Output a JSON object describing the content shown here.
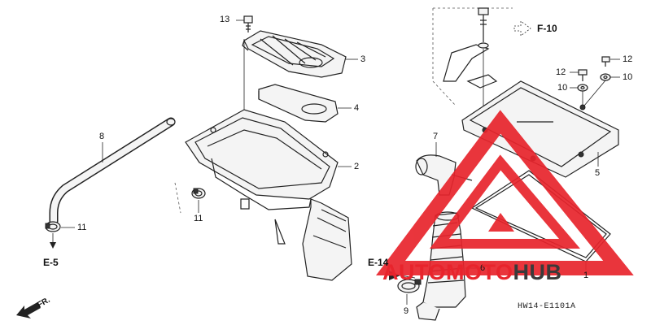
{
  "callouts": {
    "c1": "13",
    "c2": "3",
    "c3": "4",
    "c4": "2",
    "c5": "8",
    "c6": "11",
    "c7": "11",
    "c8": "7",
    "c9": "6",
    "c10": "9",
    "c11": "5",
    "c12": "12",
    "c13": "12",
    "c14": "10",
    "c15": "10",
    "c16": "1"
  },
  "refs": {
    "f10": "F-10",
    "e5": "E-5",
    "e14": "E-14",
    "fr": "FR."
  },
  "diagram_code": "HW14-E1101A",
  "watermark": {
    "part1": "AUTO",
    "part2": "MOTO",
    "part3": "HUB",
    "red": "#e8242c",
    "dark": "#3a3a3a"
  }
}
